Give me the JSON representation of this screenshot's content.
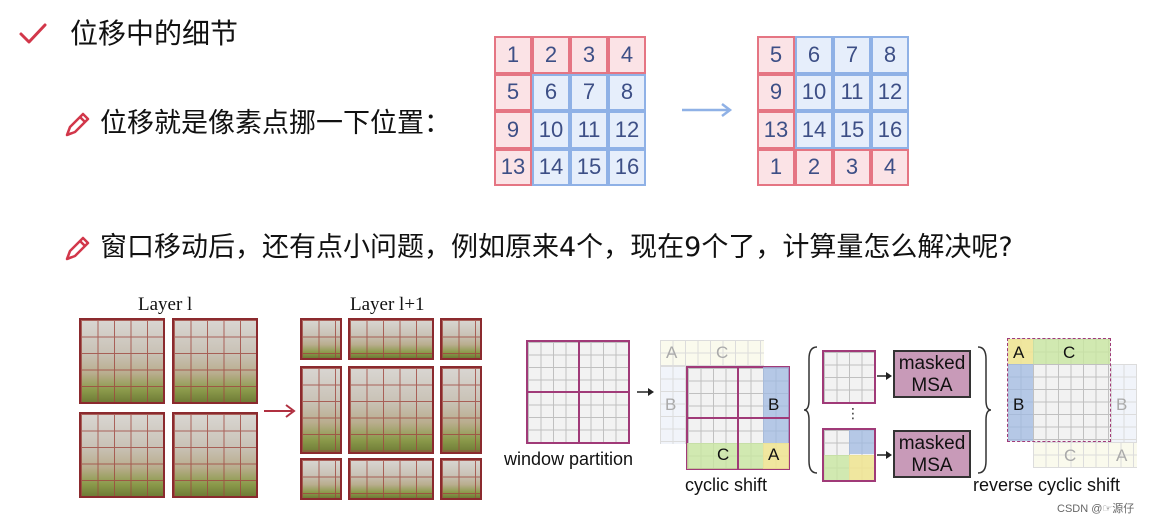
{
  "title": "位移中的细节",
  "bullets": {
    "first": "位移就是像素点挪一下位置：",
    "second": "窗口移动后，还有点小问题，例如原来4个，现在9个了，计算量怎么解决呢?"
  },
  "grid_before": [
    [
      "1",
      "2",
      "3",
      "4"
    ],
    [
      "5",
      "6",
      "7",
      "8"
    ],
    [
      "9",
      "10",
      "11",
      "12"
    ],
    [
      "13",
      "14",
      "15",
      "16"
    ]
  ],
  "grid_after": [
    [
      "5",
      "6",
      "7",
      "8"
    ],
    [
      "9",
      "10",
      "11",
      "12"
    ],
    [
      "13",
      "14",
      "15",
      "16"
    ],
    [
      "1",
      "2",
      "3",
      "4"
    ]
  ],
  "figure": {
    "layer_l": "Layer l",
    "layer_l1": "Layer l+1",
    "window_partition": "window partition",
    "cyclic_shift": "cyclic shift",
    "reverse_cyclic_shift": "reverse cyclic shift",
    "masked_msa": "masked MSA",
    "ellipsis": "⋮",
    "region_a": "A",
    "region_b": "B",
    "region_c": "C"
  },
  "watermark": "CSDN @☞源仔",
  "colors": {
    "red_cell": "#fbe3e6",
    "blue_cell": "#e6eefb",
    "accent_red": "#d2374a",
    "msa_fill": "#c89ab8",
    "arrow_blue": "#8fb1e6"
  }
}
